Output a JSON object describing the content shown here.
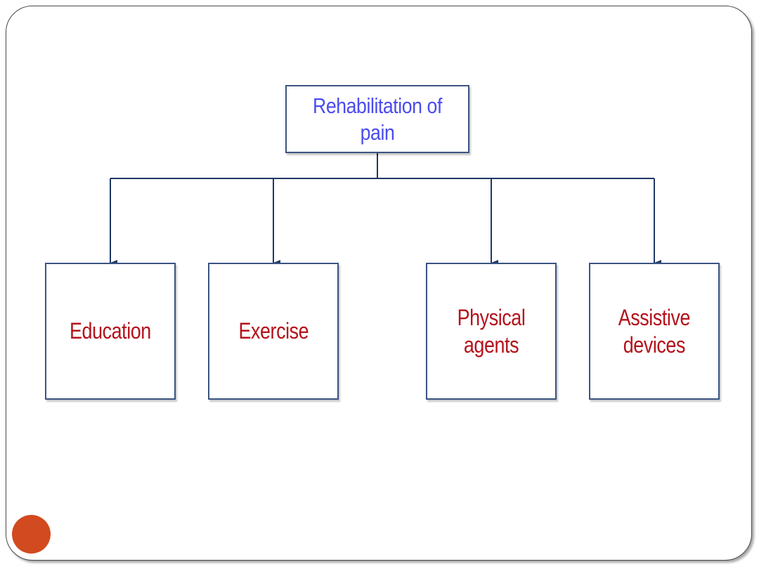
{
  "colors": {
    "frame_border": "#4a4a4a",
    "box_border": "#3b5482",
    "connector": "#1f3864",
    "root_text": "#4b4bf0",
    "child_text": "#b5121b",
    "dot": "#d24a1f"
  },
  "diagram": {
    "root": {
      "label": "Rehabilitation of pain"
    },
    "children": [
      {
        "label": "Education"
      },
      {
        "label": "Exercise"
      },
      {
        "label": "Physical agents"
      },
      {
        "label": "Assistive\ndevices"
      }
    ]
  }
}
